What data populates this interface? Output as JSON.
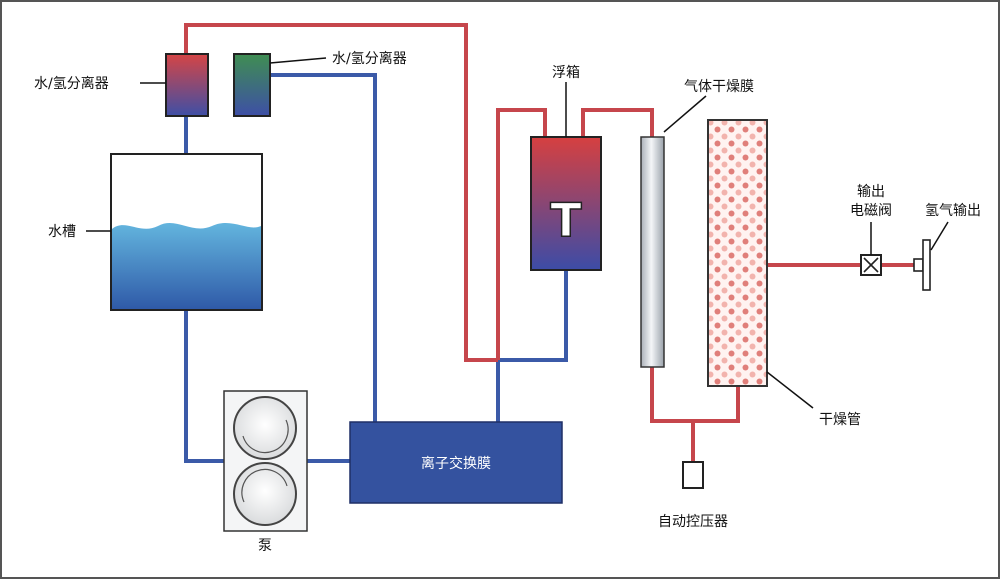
{
  "labels": {
    "separator_left": "水/氢分离器",
    "separator_right": "水/氢分离器",
    "water_tank": "水槽",
    "float_tank": "浮箱",
    "float_symbol": "T",
    "gas_drying_membrane": "气体干燥膜",
    "drying_tube": "干燥管",
    "solenoid_valve_line1": "输出",
    "solenoid_valve_line2": "电磁阀",
    "hydrogen_output": "氢气输出",
    "ion_exchange_membrane": "离子交换膜",
    "pump": "泵",
    "auto_pressure_controller": "自动控压器"
  },
  "colors": {
    "hydrogen_pipe": "#c6464c",
    "water_pipe": "#3b5aa8",
    "membrane_box": "#34529f",
    "water": "#4f86c2",
    "outline": "#222222"
  }
}
